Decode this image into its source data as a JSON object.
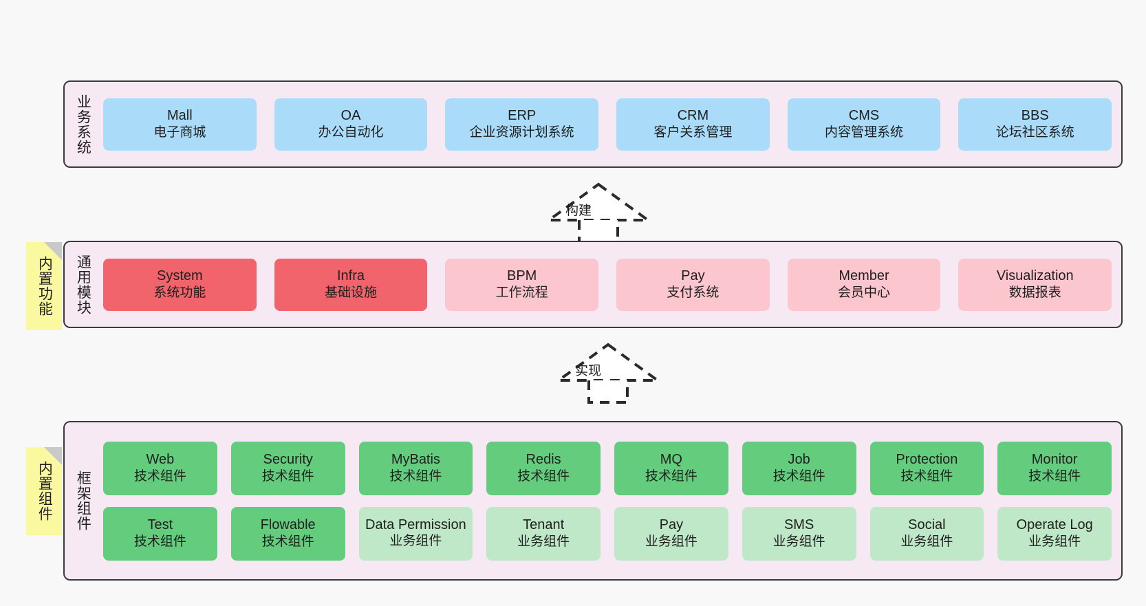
{
  "diagram": {
    "background_color": "#f8f8f8",
    "layer_fill": "#f7e9f4",
    "layer_border": "#3a3a3a",
    "note_fill": "#fbf9a0"
  },
  "layers": [
    {
      "id": "business-systems",
      "title": "业务系统",
      "rows": [
        {
          "boxes": [
            {
              "title": "Mall",
              "sub": "电子商城",
              "color": "#aadcfa",
              "style": "c-blue"
            },
            {
              "title": "OA",
              "sub": "办公自动化",
              "color": "#aadcfa",
              "style": "c-blue"
            },
            {
              "title": "ERP",
              "sub": "企业资源计划系统",
              "color": "#aadcfa",
              "style": "c-blue"
            },
            {
              "title": "CRM",
              "sub": "客户关系管理",
              "color": "#aadcfa",
              "style": "c-blue"
            },
            {
              "title": "CMS",
              "sub": "内容管理系统",
              "color": "#aadcfa",
              "style": "c-blue"
            },
            {
              "title": "BBS",
              "sub": "论坛社区系统",
              "color": "#aadcfa",
              "style": "c-blue"
            }
          ]
        }
      ]
    },
    {
      "id": "common-modules",
      "title": "通用模块",
      "note": "内置功能",
      "rows": [
        {
          "boxes": [
            {
              "title": "System",
              "sub": "系统功能",
              "color": "#f2646c",
              "style": "c-red"
            },
            {
              "title": "Infra",
              "sub": "基础设施",
              "color": "#f2646c",
              "style": "c-red"
            },
            {
              "title": "BPM",
              "sub": "工作流程",
              "color": "#fbc6ce",
              "style": "c-pink"
            },
            {
              "title": "Pay",
              "sub": "支付系统",
              "color": "#fbc6ce",
              "style": "c-pink"
            },
            {
              "title": "Member",
              "sub": "会员中心",
              "color": "#fbc6ce",
              "style": "c-pink"
            },
            {
              "title": "Visualization",
              "sub": "数据报表",
              "color": "#fbc6ce",
              "style": "c-pink"
            }
          ]
        }
      ]
    },
    {
      "id": "framework-components",
      "title": "框架组件",
      "note": "内置组件",
      "rows": [
        {
          "boxes": [
            {
              "title": "Web",
              "sub": "技术组件",
              "color": "#63cd7d",
              "style": "c-green"
            },
            {
              "title": "Security",
              "sub": "技术组件",
              "color": "#63cd7d",
              "style": "c-green"
            },
            {
              "title": "MyBatis",
              "sub": "技术组件",
              "color": "#63cd7d",
              "style": "c-green"
            },
            {
              "title": "Redis",
              "sub": "技术组件",
              "color": "#63cd7d",
              "style": "c-green"
            },
            {
              "title": "MQ",
              "sub": "技术组件",
              "color": "#63cd7d",
              "style": "c-green"
            },
            {
              "title": "Job",
              "sub": "技术组件",
              "color": "#63cd7d",
              "style": "c-green"
            },
            {
              "title": "Protection",
              "sub": "技术组件",
              "color": "#63cd7d",
              "style": "c-green"
            },
            {
              "title": "Monitor",
              "sub": "技术组件",
              "color": "#63cd7d",
              "style": "c-green"
            }
          ]
        },
        {
          "boxes": [
            {
              "title": "Test",
              "sub": "技术组件",
              "color": "#63cd7d",
              "style": "c-green"
            },
            {
              "title": "Flowable",
              "sub": "技术组件",
              "color": "#63cd7d",
              "style": "c-green"
            },
            {
              "title": "Data Permission",
              "sub": "业务组件",
              "color": "#bfe8c8",
              "style": "c-lightgreen"
            },
            {
              "title": "Tenant",
              "sub": "业务组件",
              "color": "#bfe8c8",
              "style": "c-lightgreen"
            },
            {
              "title": "Pay",
              "sub": "业务组件",
              "color": "#bfe8c8",
              "style": "c-lightgreen"
            },
            {
              "title": "SMS",
              "sub": "业务组件",
              "color": "#bfe8c8",
              "style": "c-lightgreen"
            },
            {
              "title": "Social",
              "sub": "业务组件",
              "color": "#bfe8c8",
              "style": "c-lightgreen"
            },
            {
              "title": "Operate Log",
              "sub": "业务组件",
              "color": "#bfe8c8",
              "style": "c-lightgreen"
            }
          ]
        }
      ]
    }
  ],
  "connectors": [
    {
      "id": "build",
      "label": "构建",
      "from": "common-modules",
      "to": "business-systems",
      "line": "dashed",
      "head": "hollow-triangle"
    },
    {
      "id": "implement",
      "label": "实现",
      "from": "framework-components",
      "to": "common-modules",
      "line": "dashed",
      "head": "hollow-triangle"
    }
  ]
}
